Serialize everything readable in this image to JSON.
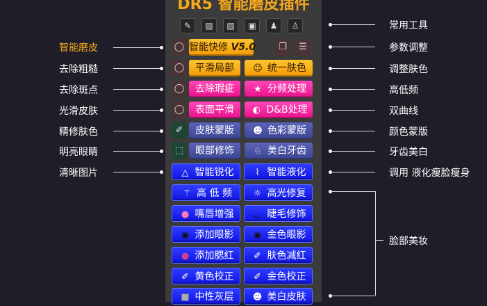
{
  "title": "DR5 智能磨皮插件",
  "accent": "#f6a91a",
  "toolbar": [
    {
      "icon": "brush-icon"
    },
    {
      "icon": "bandage-dotted-icon"
    },
    {
      "icon": "bandage-icon"
    },
    {
      "icon": "chip-icon"
    },
    {
      "icon": "stamp-icon"
    },
    {
      "icon": "stamp-x-icon"
    }
  ],
  "buttons": {
    "quick_fix": "智能快修",
    "version": "V5.0",
    "smooth_local": "平滑局部",
    "unify_skin": "统一肤色",
    "remove_blemish": "去除瑕疵",
    "freq_sep": "分频处理",
    "surface_smooth": "表面平滑",
    "db": "D&B处理",
    "skin_mask": "皮肤蒙版",
    "color_mask": "色彩蒙版",
    "eye_retouch": "眼部修饰",
    "teeth_white": "美白牙齿",
    "sharpen": "智能锐化",
    "liquify": "智能液化",
    "high_low": "高 低 频",
    "highlight_fix": "高光修复",
    "lip": "嘴唇增强",
    "lash": "睫毛修饰",
    "eyeshadow": "添加眼影",
    "gold_eyeshadow": "金色眼影",
    "blush": "添加腮红",
    "reduce_red": "肤色减红",
    "yellow_fix": "黄色校正",
    "gold_fix": "金色校正",
    "neutral_gray": "中性灰层",
    "whiten_skin": "美白皮肤"
  },
  "left_labels": [
    "智能磨皮",
    "去除粗糙",
    "去除斑点",
    "光滑皮肤",
    "精修肤色",
    "明亮眼睛",
    "清晰图片"
  ],
  "right_labels": [
    "常用工具",
    "参数调整",
    "调整肤色",
    "高低频",
    "双曲线",
    "颜色蒙版",
    "牙齿美白",
    "调用 液化瘦脸瘦身",
    "脸部美妆"
  ]
}
